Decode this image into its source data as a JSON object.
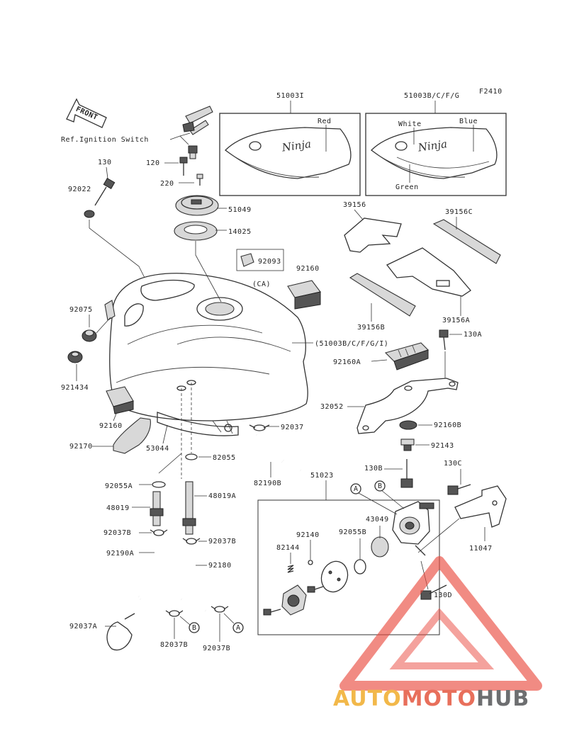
{
  "diagram_code": "F2410",
  "front_arrow": "FRONT",
  "ref_ignition": "Ref.Ignition Switch",
  "decals": {
    "left_code": "51003I",
    "left_color": "Red",
    "right_code": "51003B/C/F/G",
    "right_colors": [
      "White",
      "Blue",
      "Green"
    ],
    "logo": "Ninja"
  },
  "tank_ref": "(51003B/C/F/G/I)",
  "fuel_cock_code": "51023",
  "callouts": [
    "A",
    "B"
  ],
  "part_labels": [
    "130",
    "92022",
    "120",
    "220",
    "51049",
    "14025",
    "92093",
    "(CA)",
    "92160",
    "39156",
    "39156C",
    "39156B",
    "39156A",
    "92075",
    "130A",
    "92160A",
    "921434",
    "32052",
    "92160B",
    "92143",
    "92160",
    "92170",
    "53044",
    "82055",
    "92037",
    "82190B",
    "130B",
    "130C",
    "92055A",
    "48019",
    "48019A",
    "92037B",
    "92190A",
    "92037B",
    "92180",
    "92140",
    "43049",
    "82144",
    "92055B",
    "11047",
    "130D",
    "92037A",
    "82037B",
    "92037B"
  ],
  "watermark": {
    "parts": [
      "AUTO",
      "MOTO",
      "HUB"
    ],
    "colors": {
      "auto": "#f2b84a",
      "moto": "#e86f5b",
      "hub": "#6d6e70",
      "logo": "#e9493d"
    }
  }
}
